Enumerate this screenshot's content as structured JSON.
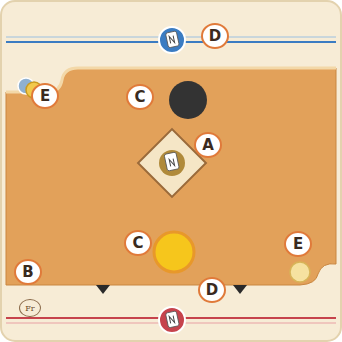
{
  "diagram": {
    "labels": [
      "D",
      "E",
      "C",
      "A",
      "C",
      "E",
      "B",
      "D",
      "Fr"
    ]
  }
}
